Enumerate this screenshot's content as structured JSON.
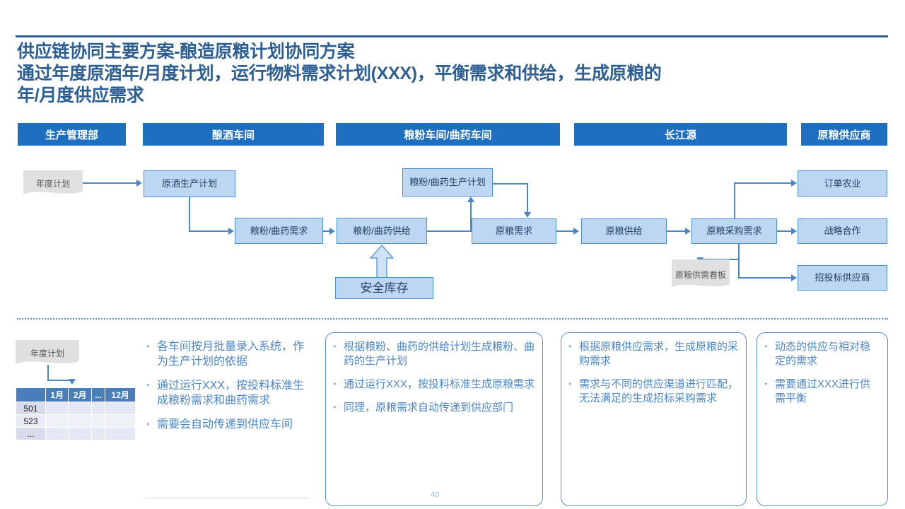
{
  "title": {
    "line1": "供应链协同主要方案-酿造原粮计划协同方案",
    "line2": "通过年度原酒年/月度计划，运行物料需求计划(XXX)，平衡需求和供给，生成原粮的",
    "line3": "年/月度供应需求",
    "color": "#2e5f93"
  },
  "lanes": [
    {
      "label": "生产管理部"
    },
    {
      "label": "酿酒车间"
    },
    {
      "label": "粮粉车间/曲药车间"
    },
    {
      "label": "长江源"
    },
    {
      "label": "原粮供应商"
    }
  ],
  "lane_color": "#1f6fc0",
  "flow": {
    "annual_plan": "年度计划",
    "base_liquor_plan": "原酒生产计划",
    "flour_yeast_demand": "粮粉/曲药需求",
    "flour_yeast_supply": "粮粉/曲药供给",
    "flour_yeast_prod_plan": "粮粉/曲药生产计划",
    "safety_stock": "安全库存",
    "grain_demand": "原粮需求",
    "grain_supply": "原粮供给",
    "grain_purchase_demand": "原粮采购需求",
    "grain_board": "原粮供需看板",
    "order_agriculture": "订单农业",
    "strategic_cooperation": "战略合作",
    "bidding_supplier": "招投标供应商",
    "node_fill": "#bdd7f2",
    "node_border": "#4a90d6",
    "connector_color": "#4a87c7",
    "doc_fill": "#e0e0e0"
  },
  "bottom": {
    "doc_label": "年度计划",
    "table": {
      "columns": [
        "",
        "1月",
        "2月",
        "...",
        "12月"
      ],
      "rows": [
        {
          "header": "501",
          "cells": [
            "",
            "",
            "",
            ""
          ]
        },
        {
          "header": "523",
          "cells": [
            "",
            "",
            "",
            ""
          ]
        },
        {
          "header": "...",
          "cells": [
            "",
            "",
            "",
            ""
          ]
        }
      ],
      "header_color": "#4a7ebb"
    },
    "panels": [
      {
        "bullets": [
          "各车间按月批量录入系统，作为生产计划的依据",
          "通过运行XXX，按投料标准生成粮粉需求和曲药需求",
          "需要会自动传递到供应车间"
        ]
      },
      {
        "bullets": [
          "根据粮粉、曲药的供给计划生成粮粉、曲药的生产计划",
          "通过运行XXX，按投料标准生成原粮需求",
          "同理，原粮需求自动传递到供应部门"
        ]
      },
      {
        "bullets": [
          "根据原粮供应需求，生成原粮的采购需求",
          "需求与不同的供应渠道进行匹配，无法满足的生成招标采购需求"
        ]
      },
      {
        "bullets": [
          "动态的供应与相对稳定的需求",
          "需要通过XXX进行供需平衡"
        ]
      }
    ],
    "page_number": "40"
  }
}
